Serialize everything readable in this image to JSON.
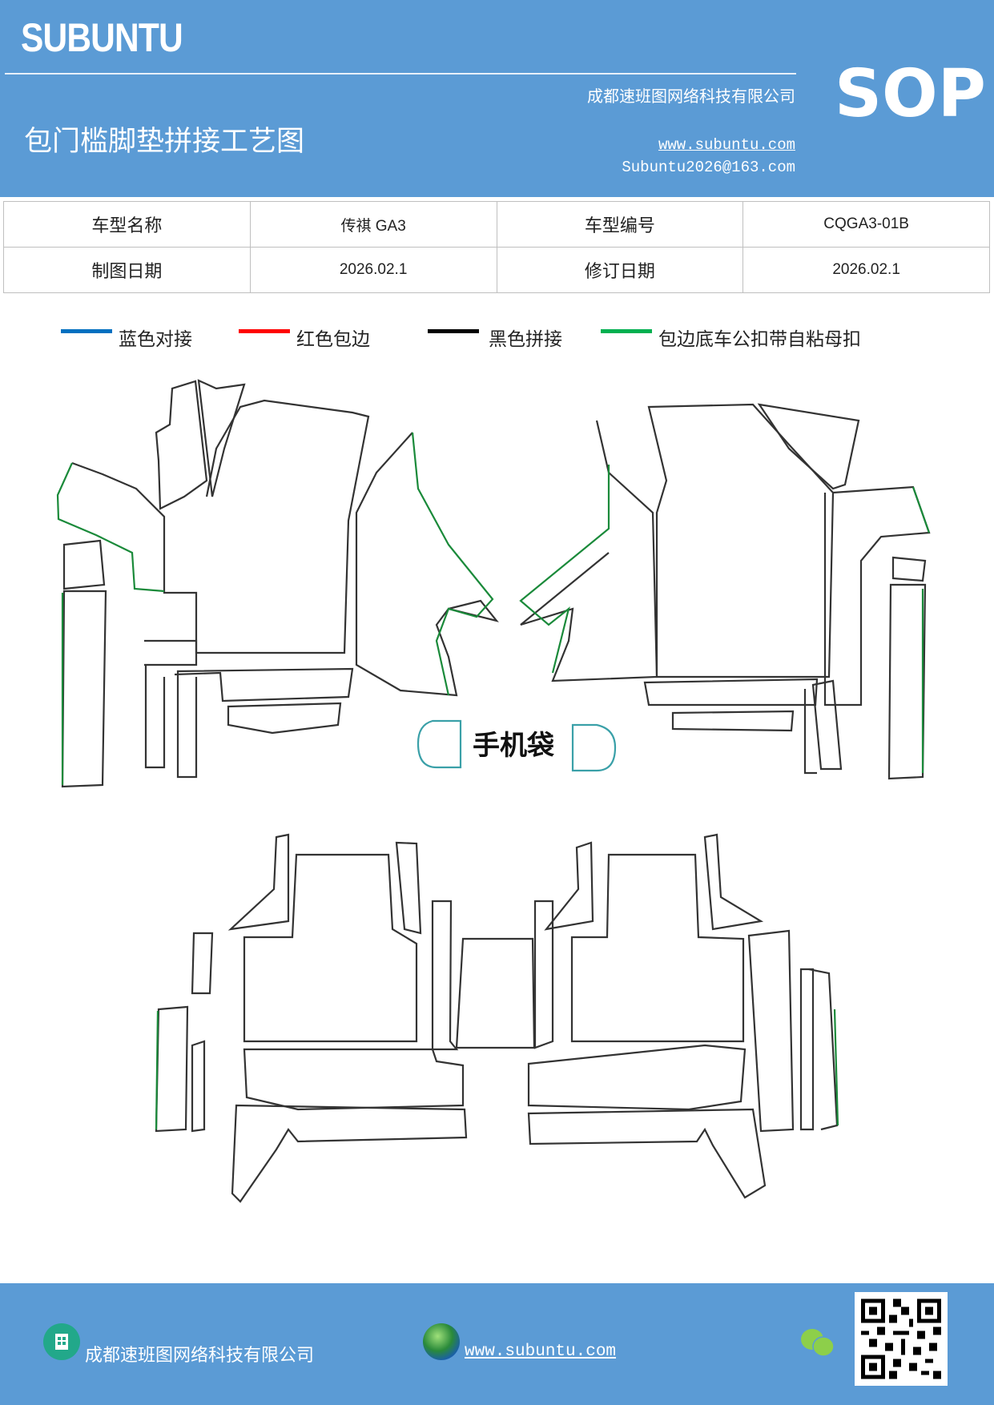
{
  "header": {
    "brand": "SUBUNTU",
    "company": "成都速班图网络科技有限公司",
    "title": "包门槛脚垫拼接工艺图",
    "url": "www.subuntu.com",
    "email": "Subuntu2026@163.com",
    "badge": "SOP",
    "background": "#5b9bd5"
  },
  "info_table": {
    "rows": [
      [
        "车型名称",
        "传祺 GA3",
        "车型编号",
        "CQGA3-01B"
      ],
      [
        "制图日期",
        "2026.02.1",
        "修订日期",
        "2026.02.1"
      ]
    ]
  },
  "legend": [
    {
      "label": "蓝色对接",
      "color": "#0070c0"
    },
    {
      "label": "红色包边",
      "color": "#ff0000"
    },
    {
      "label": "黑色拼接",
      "color": "#000000"
    },
    {
      "label": "包边底车公扣带自粘母扣",
      "color": "#00b050"
    }
  ],
  "diagram": {
    "phone_pocket_label": "手机袋"
  },
  "footer": {
    "company": "成都速班图网络科技有限公司",
    "url": "www.subuntu.com ",
    "icons": [
      "building-icon",
      "globe-icon",
      "wechat-icon",
      "qr-code"
    ]
  }
}
